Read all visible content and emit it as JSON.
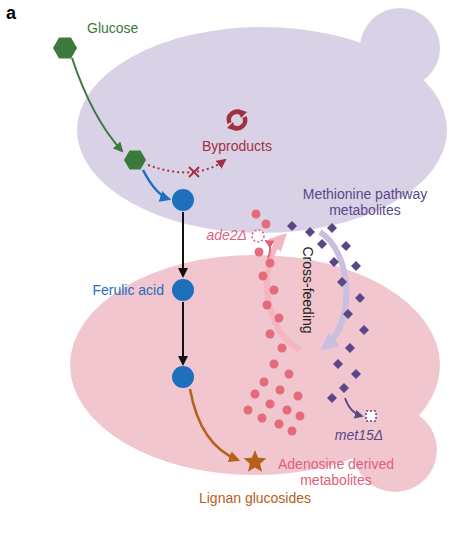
{
  "diagram": {
    "nodes": [
      {
        "text": [
          "Glucose"
        ]
      },
      {
        "text": [
          "Byproducts"
        ]
      },
      {
        "text": [
          "ade2Δ"
        ]
      },
      {
        "text": [
          "Ferulic acid"
        ]
      },
      {
        "text": [
          "met15Δ"
        ]
      },
      {
        "text": [
          "Lignan glucosides"
        ]
      }
    ],
    "labels": [
      "a",
      "Methionine pathway metabolites",
      "Cross-feeding",
      "Adenosine derived metabolites"
    ]
  }
}
